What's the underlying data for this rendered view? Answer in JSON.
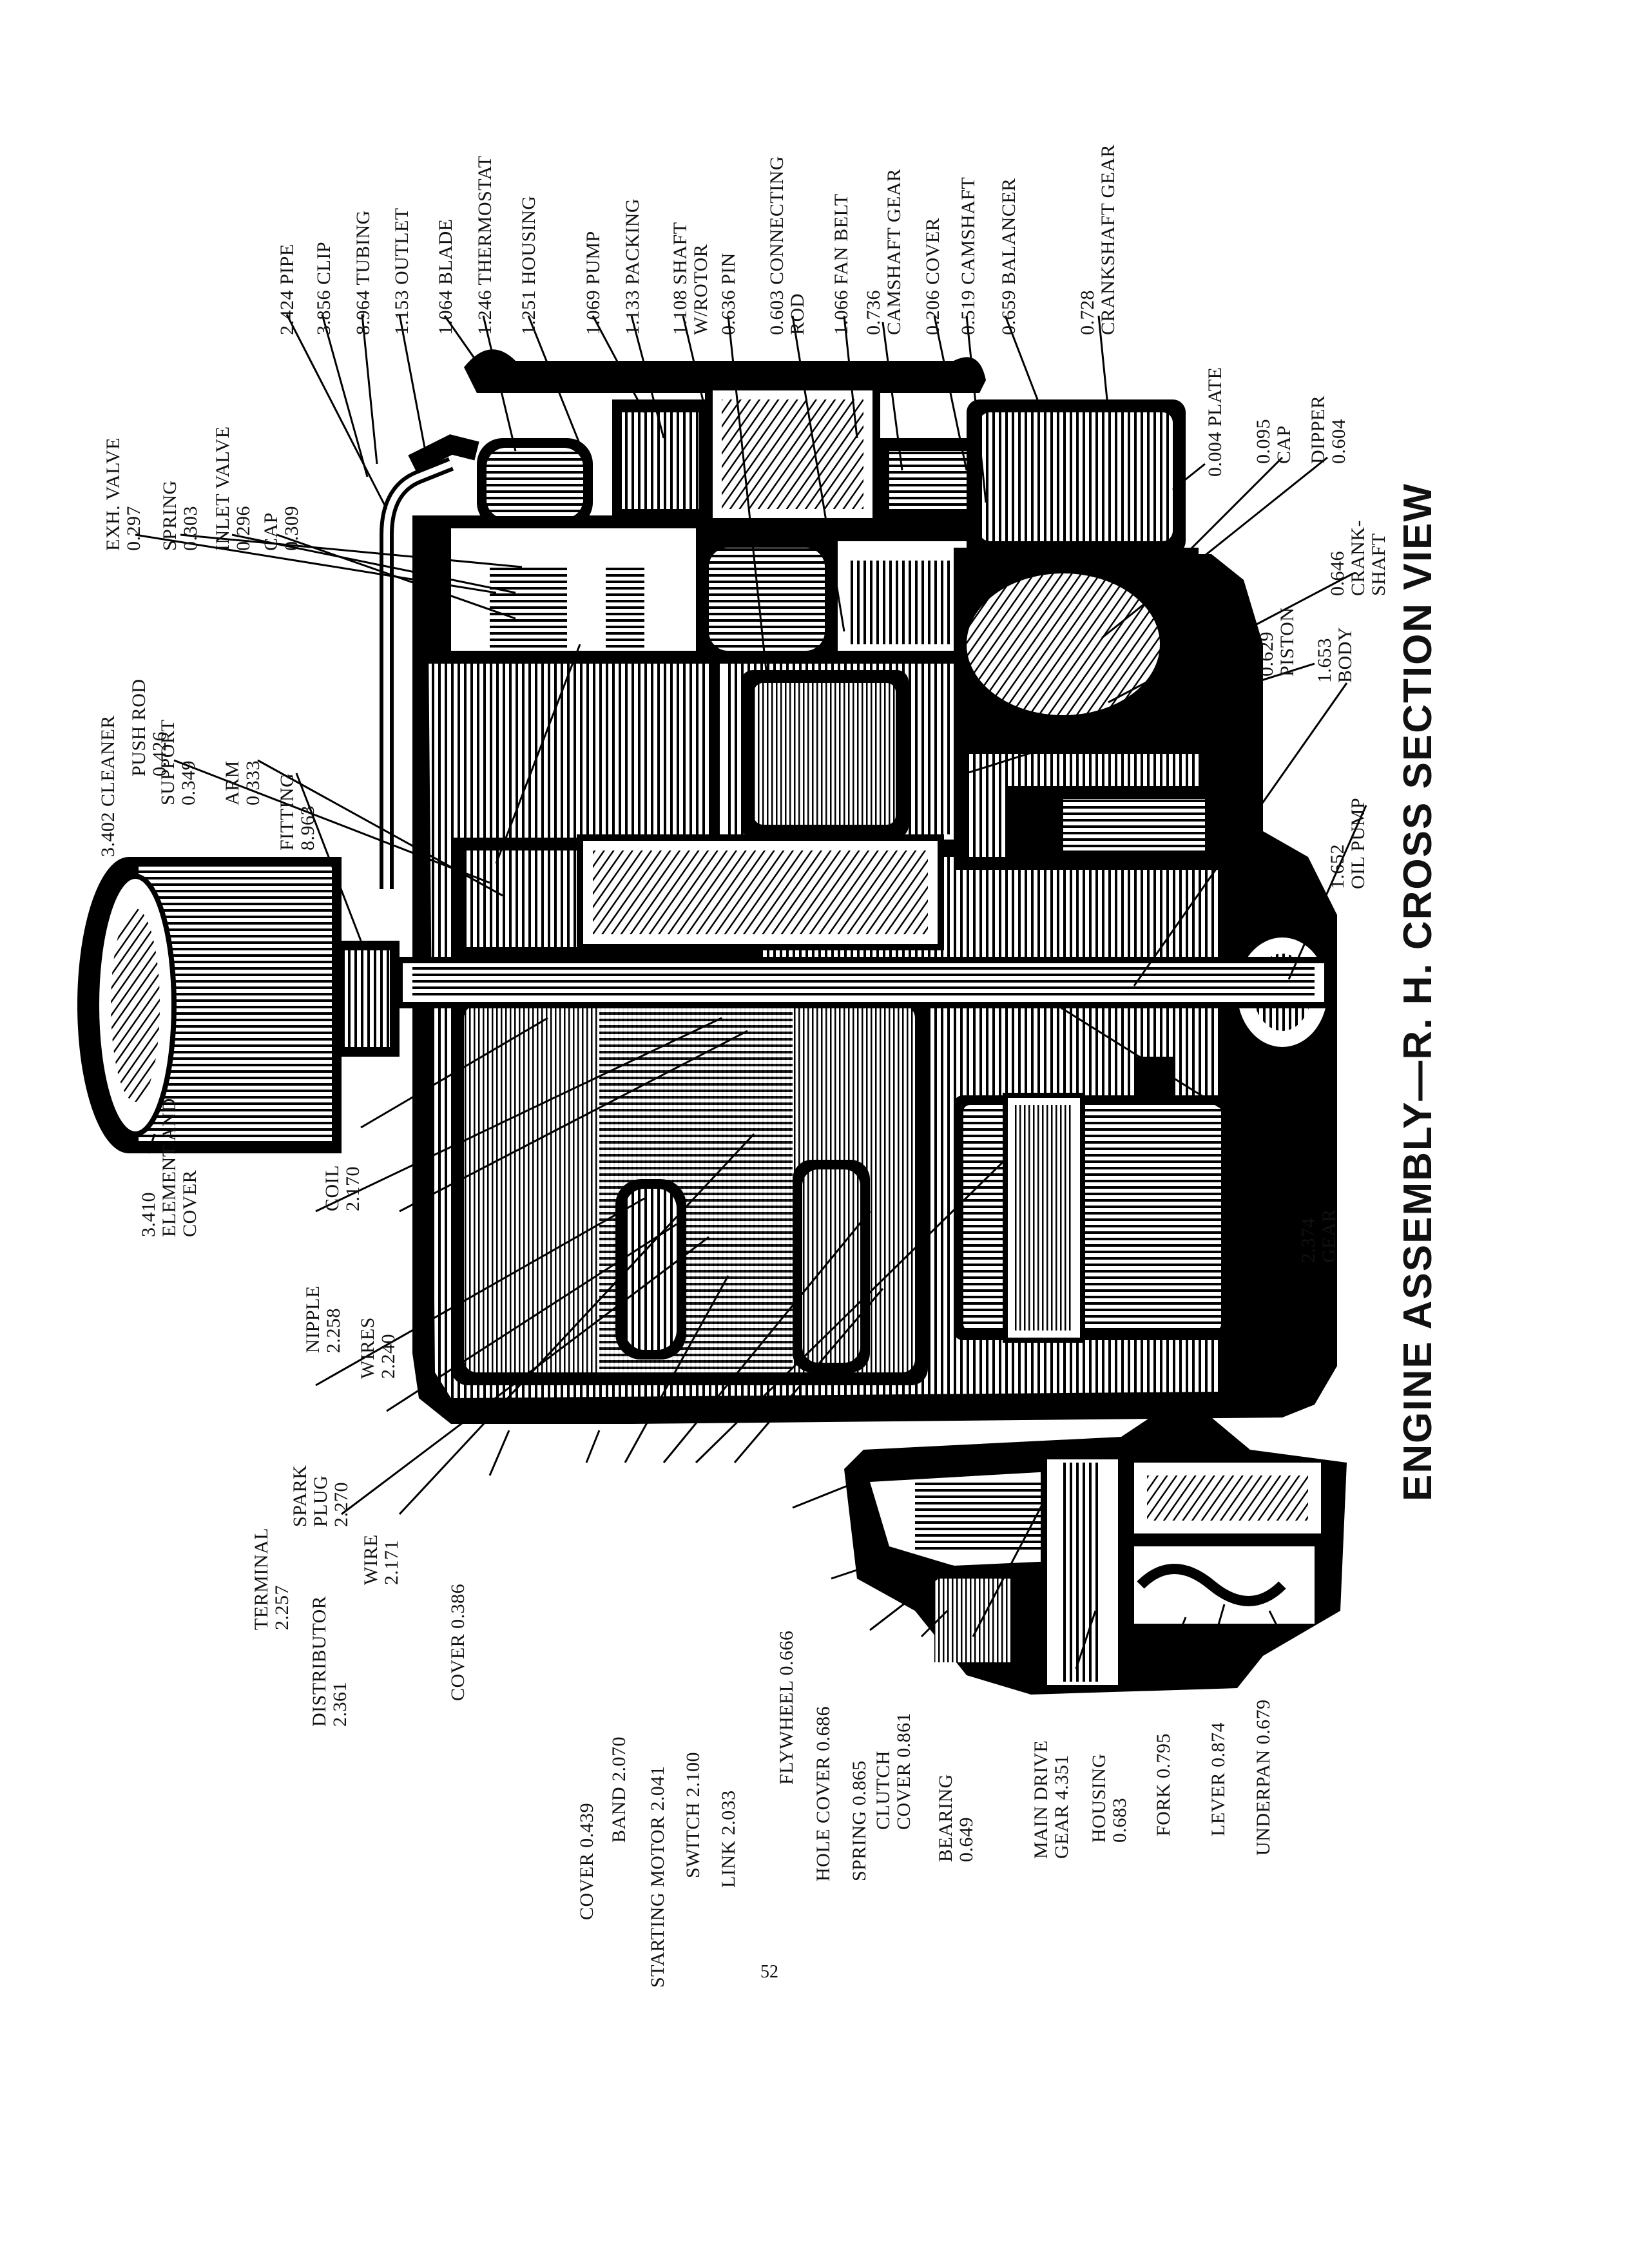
{
  "title": "ENGINE ASSEMBLY—R. H. CROSS SECTION VIEW",
  "page_number": "52",
  "callouts_top": [
    {
      "id": "pipe",
      "lines": [
        "2.424 PIPE"
      ]
    },
    {
      "id": "clip",
      "lines": [
        "3.856 CLIP"
      ]
    },
    {
      "id": "tubing",
      "lines": [
        "8.964 TUBING"
      ]
    },
    {
      "id": "outlet",
      "lines": [
        "1.153 OUTLET"
      ]
    },
    {
      "id": "blade",
      "lines": [
        "1.064 BLADE"
      ]
    },
    {
      "id": "thermostat",
      "lines": [
        "1.246 THERMOSTAT"
      ]
    },
    {
      "id": "housing-top",
      "lines": [
        "1.251 HOUSING"
      ]
    },
    {
      "id": "pump",
      "lines": [
        "1.069 PUMP"
      ]
    },
    {
      "id": "packing",
      "lines": [
        "1.133 PACKING"
      ]
    },
    {
      "id": "shaft-rotor",
      "lines": [
        "1.108 SHAFT",
        "W/ROTOR"
      ]
    },
    {
      "id": "pin",
      "lines": [
        "0.636 PIN"
      ]
    },
    {
      "id": "connecting-rod",
      "lines": [
        "0.603 CONNECTING",
        "ROD"
      ]
    },
    {
      "id": "fan-belt",
      "lines": [
        "1.066 FAN BELT"
      ]
    },
    {
      "id": "camshaft-gear",
      "lines": [
        "0.736",
        "CAMSHAFT GEAR"
      ]
    },
    {
      "id": "cover-top",
      "lines": [
        "0.206 COVER"
      ]
    },
    {
      "id": "camshaft",
      "lines": [
        "0.519 CAMSHAFT"
      ]
    },
    {
      "id": "balancer",
      "lines": [
        "0.659 BALANCER"
      ]
    },
    {
      "id": "crankshaft-gear",
      "lines": [
        "0.728",
        "CRANKSHAFT GEAR"
      ]
    }
  ],
  "callouts_left": [
    {
      "id": "exh-valve",
      "lines": [
        "EXH. VALVE",
        "0.297"
      ]
    },
    {
      "id": "spring-valve",
      "lines": [
        "SPRING",
        "0.303"
      ]
    },
    {
      "id": "inlet-valve",
      "lines": [
        "INLET VALVE",
        "0.296"
      ]
    },
    {
      "id": "cap-left",
      "lines": [
        "CAP",
        "0.309"
      ]
    },
    {
      "id": "push-rod",
      "lines": [
        "PUSH ROD",
        "0.426"
      ]
    },
    {
      "id": "cleaner",
      "lines": [
        "3.402 CLEANER"
      ]
    },
    {
      "id": "support",
      "lines": [
        "SUPPORT",
        "0.349"
      ]
    },
    {
      "id": "arm",
      "lines": [
        "ARM",
        "0.333"
      ]
    },
    {
      "id": "fitting",
      "lines": [
        "FITTING",
        "8.963"
      ]
    },
    {
      "id": "element-cover",
      "lines": [
        "3.410",
        "ELEMENT AND",
        "COVER"
      ]
    },
    {
      "id": "coil",
      "lines": [
        "COIL",
        "2.170"
      ]
    },
    {
      "id": "nipple",
      "lines": [
        "NIPPLE",
        "2.258"
      ]
    },
    {
      "id": "wires",
      "lines": [
        "WIRES",
        "2.240"
      ]
    },
    {
      "id": "spark-plug",
      "lines": [
        "SPARK",
        "PLUG",
        "2.270"
      ]
    },
    {
      "id": "terminal",
      "lines": [
        "TERMINAL",
        "2.257"
      ]
    },
    {
      "id": "wire",
      "lines": [
        "WIRE",
        "2.171"
      ]
    },
    {
      "id": "distributor",
      "lines": [
        "DISTRIBUTOR",
        "2.361"
      ]
    }
  ],
  "callouts_right": [
    {
      "id": "plate",
      "lines": [
        "0.004 PLATE"
      ]
    },
    {
      "id": "cap-right",
      "lines": [
        "0.095",
        "CAP"
      ]
    },
    {
      "id": "dipper",
      "lines": [
        "DIPPER",
        "0.604"
      ]
    },
    {
      "id": "crankshaft",
      "lines": [
        "0.646",
        "CRANK-",
        "SHAFT"
      ]
    },
    {
      "id": "piston",
      "lines": [
        "0.629",
        "PISTON"
      ]
    },
    {
      "id": "body",
      "lines": [
        "1.653",
        "BODY"
      ]
    },
    {
      "id": "oil-pump",
      "lines": [
        "1.652",
        "OIL PUMP"
      ]
    },
    {
      "id": "gear",
      "lines": [
        "2.374",
        "GEAR"
      ]
    }
  ],
  "callouts_bottom": [
    {
      "id": "cover-386",
      "lines": [
        "COVER 0.386"
      ]
    },
    {
      "id": "cover-439",
      "lines": [
        "COVER 0.439"
      ]
    },
    {
      "id": "band",
      "lines": [
        "BAND 2.070"
      ]
    },
    {
      "id": "starting-motor",
      "lines": [
        "STARTING MOTOR 2.041"
      ]
    },
    {
      "id": "switch",
      "lines": [
        "SWITCH 2.100"
      ]
    },
    {
      "id": "link",
      "lines": [
        "LINK 2.033"
      ]
    },
    {
      "id": "flywheel",
      "lines": [
        "FLYWHEEL 0.666"
      ]
    },
    {
      "id": "hole-cover",
      "lines": [
        "HOLE COVER 0.686"
      ]
    },
    {
      "id": "spring-clutch",
      "lines": [
        "SPRING 0.865"
      ]
    },
    {
      "id": "clutch-cover",
      "lines": [
        "CLUTCH",
        "COVER 0.861"
      ]
    },
    {
      "id": "bearing",
      "lines": [
        "BEARING",
        "0.649"
      ]
    },
    {
      "id": "main-drive-gear",
      "lines": [
        "MAIN DRIVE",
        "GEAR 4.351"
      ]
    },
    {
      "id": "housing-bottom",
      "lines": [
        "HOUSING",
        "0.683"
      ]
    },
    {
      "id": "fork",
      "lines": [
        "FORK 0.795"
      ]
    },
    {
      "id": "lever",
      "lines": [
        "LEVER 0.874"
      ]
    },
    {
      "id": "underpan",
      "lines": [
        "UNDERPAN 0.679"
      ]
    }
  ]
}
